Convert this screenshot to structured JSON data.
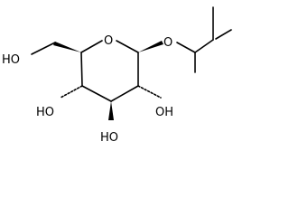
{
  "molecule": {
    "atom_labels": {
      "ring_oxygen": "O",
      "ether_oxygen": "O",
      "hydroxyl_c6": "HO",
      "hydroxyl_c4": "HO",
      "hydroxyl_c3": "HO",
      "hydroxyl_c2": "OH"
    }
  }
}
